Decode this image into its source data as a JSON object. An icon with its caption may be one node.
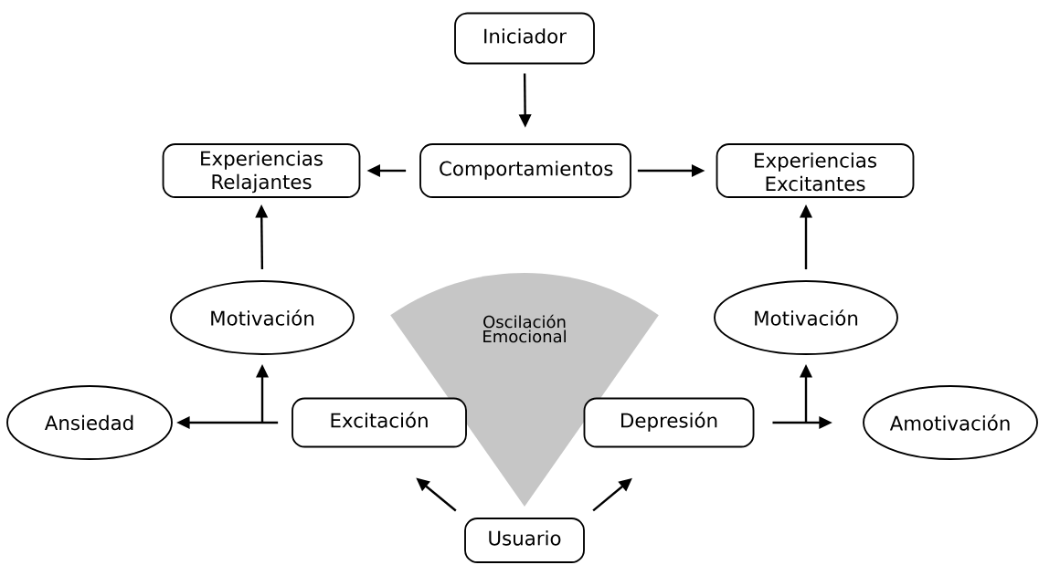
{
  "diagram": {
    "nodes": [
      {
        "text": [
          "Iniciador"
        ]
      },
      {
        "text": [
          "Experiencias Relajantes"
        ]
      },
      {
        "text": [
          "Comportamientos"
        ]
      },
      {
        "text": [
          "Experiencias Excitantes"
        ]
      },
      {
        "text": [
          "Motivación"
        ]
      },
      {
        "text": [
          "Oscilación Emocional"
        ]
      },
      {
        "text": [
          "Motivación"
        ]
      },
      {
        "text": [
          "Ansiedad"
        ]
      },
      {
        "text": [
          "Excitación"
        ]
      },
      {
        "text": [
          "Depresión"
        ]
      },
      {
        "text": [
          "Amotivación"
        ]
      },
      {
        "text": [
          "Usuario"
        ]
      }
    ],
    "edges": [
      {
        "from": 0,
        "to": 2,
        "arrow": "to"
      },
      {
        "from": 2,
        "to": 1,
        "arrow": "to"
      },
      {
        "from": 2,
        "to": 3,
        "arrow": "to"
      },
      {
        "from": 4,
        "to": 1,
        "arrow": "to"
      },
      {
        "from": 6,
        "to": 3,
        "arrow": "to"
      },
      {
        "from": 8,
        "to": 7,
        "arrow": "to"
      },
      {
        "from": 8,
        "to": 4,
        "arrow": "to"
      },
      {
        "from": 9,
        "to": 6,
        "arrow": "to"
      },
      {
        "from": 9,
        "to": 10,
        "arrow": "to"
      },
      {
        "from": 11,
        "to": 8,
        "arrow": "to"
      },
      {
        "from": 11,
        "to": 9,
        "arrow": "to"
      }
    ]
  }
}
